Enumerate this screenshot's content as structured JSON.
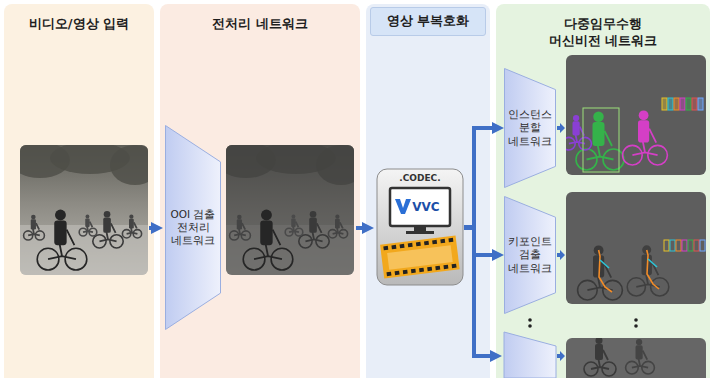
{
  "diagram": {
    "nodes": [
      {
        "text": [
          "비디오/영상 입력"
        ]
      },
      {
        "text": [
          "전처리 네트워크"
        ]
      },
      {
        "text": [
          "영상 부복호화"
        ]
      },
      {
        "text": [
          "다중임무수행 머신비전 네트워크"
        ]
      },
      {
        "text": [
          "OOI 검출 전처리 네트워크"
        ],
        "in": 1
      },
      {
        "text": [
          ".CODEC.",
          "VVC"
        ],
        "in": 2
      },
      {
        "text": [
          "인스턴스 분할 네트워크"
        ],
        "in": 3
      },
      {
        "text": [
          "키포인트 검출 네트워크"
        ],
        "in": 3
      }
    ],
    "edges": [
      {
        "from": 5,
        "to": 6,
        "arrow": "to"
      },
      {
        "from": 5,
        "to": 7,
        "arrow": "to"
      }
    ]
  }
}
